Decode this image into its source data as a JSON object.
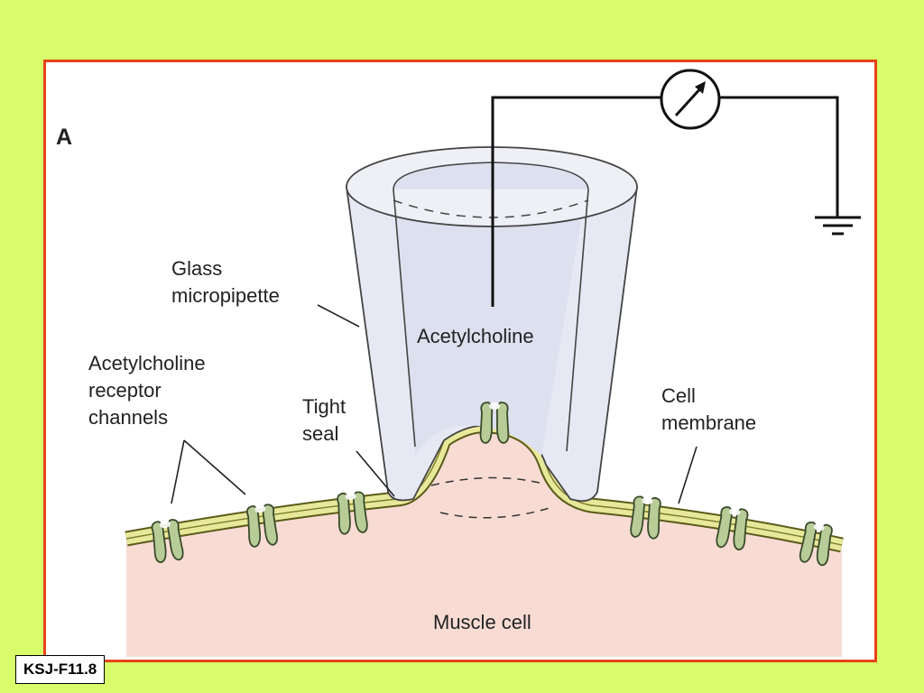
{
  "panel_letter": "A",
  "figure_id": "KSJ-F11.8",
  "labels": {
    "glass_micropipette": [
      "Glass",
      "micropipette"
    ],
    "acetylcholine": "Acetylcholine",
    "receptor_channels": [
      "Acetylcholine",
      "receptor",
      "channels"
    ],
    "tight_seal": [
      "Tight",
      "seal"
    ],
    "cell_membrane": [
      "Cell",
      "membrane"
    ],
    "muscle_cell": "Muscle cell"
  },
  "colors": {
    "background": "#d9fd6a",
    "frame_border": "#e8421a",
    "cell_fill": "#f8dcd4",
    "membrane_yellow": "#e8e89a",
    "membrane_edge": "#5a5a1a",
    "channel_green": "#b8cc98",
    "pipette_fill": "#e6e9f3"
  },
  "icons": [
    "ammeter-icon",
    "ground-symbol-icon"
  ]
}
